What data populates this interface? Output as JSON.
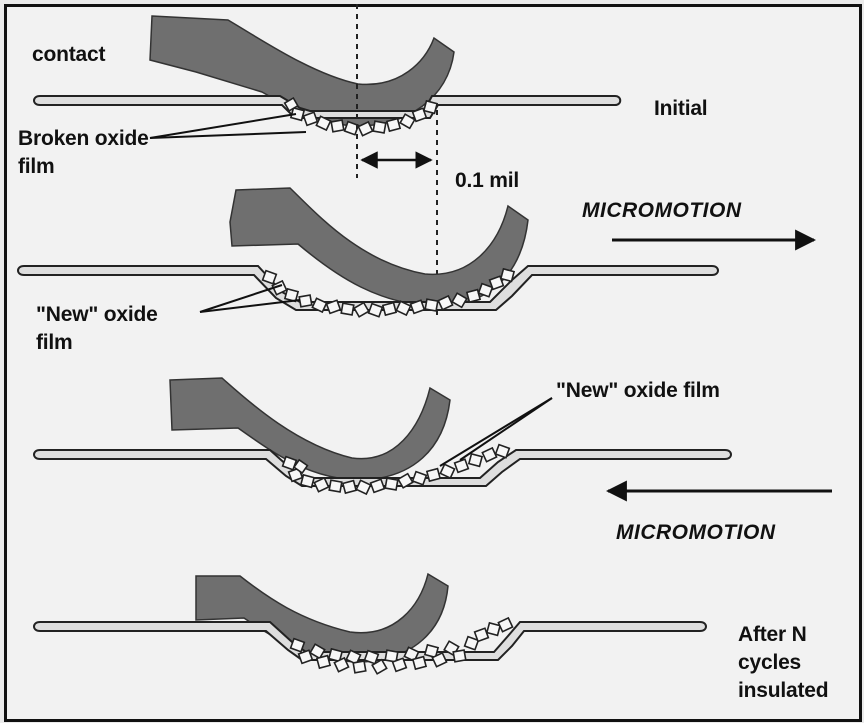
{
  "labels": {
    "contact": "contact",
    "initial": "Initial",
    "broken_oxide_line1": "Broken oxide",
    "broken_oxide_line2": "film",
    "distance": "0.1 mil",
    "micromotion_right": "MICROMOTION",
    "new_oxide_left_line1": "\"New\" oxide",
    "new_oxide_left_line2": "film",
    "new_oxide_film": "\"New\" oxide film",
    "micromotion_left": "MICROMOTION",
    "after_line1": "After N",
    "after_line2": "cycles",
    "after_line3": "insulated"
  },
  "colors": {
    "contact_fill": "#6f6f6f",
    "plate_fill": "#dedede",
    "ink": "#111111",
    "background": "#f2f2f2"
  }
}
